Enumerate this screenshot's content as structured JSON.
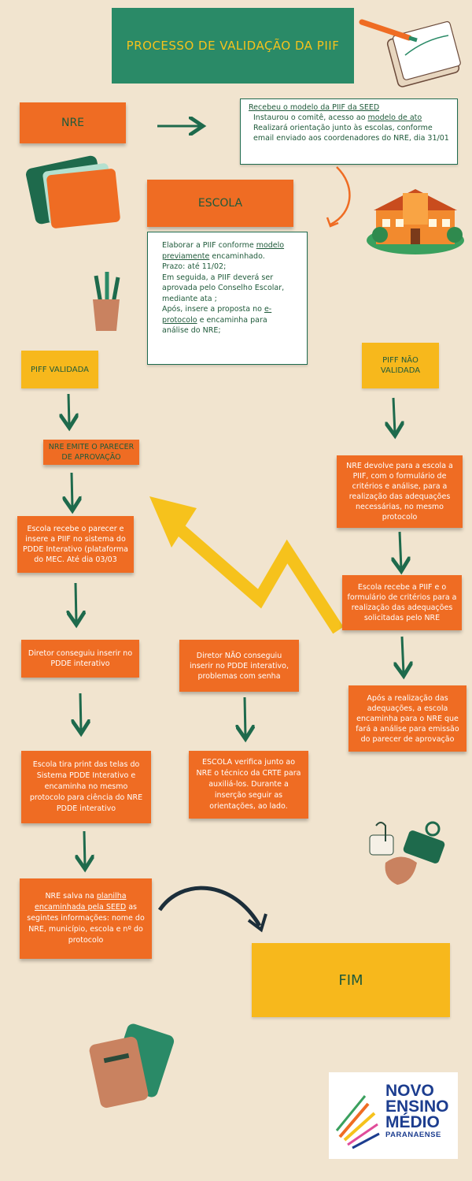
{
  "title": "PROCESSO DE VALIDAÇÃO DA PIIF",
  "nre": {
    "label": "NRE",
    "info_line1": "Recebeu o modelo da PIIF da SEED",
    "info_line2_pre": "Instaurou o comitê, acesso ao ",
    "info_line2_link": "modelo de ato",
    "info_line3": "Realizará orientação junto às escolas, conforme  email enviado aos coordenadores do NRE, dia 31/01"
  },
  "escola": {
    "label": "ESCOLA",
    "info_pre": "Elaborar a PIIF conforme ",
    "info_link": "modelo previamente",
    "info_mid": " encaminhado.",
    "prazo": "Prazo: até 11/02;",
    "info2": "Em seguida, a PIIF deverá ser aprovada pelo Conselho Escolar, mediante ata ;",
    "info3_pre": "Após, insere a proposta no ",
    "info3_link": "e-protocolo",
    "info3_post": " e encaminha para análise do NRE;"
  },
  "validada": {
    "label": "PIFF VALIDADA",
    "step1": "NRE  EMITE  O PARECER DE APROVAÇÃO",
    "step2": "Escola recebe o parecer e insere a PIIF no sistema do PDDE Interativo (plataforma do MEC. Até dia 03/03",
    "ok_branch": "Diretor conseguiu inserir no PDDE interativo",
    "ok_step": "Escola tira print das telas do Sistema PDDE Interativo e encaminha no mesmo protocolo para ciência do NRE PDDE interativo",
    "fail_branch": "Diretor NÃO conseguiu inserir no PDDE interativo, problemas com senha",
    "fail_step": "ESCOLA verifica junto ao NRE o técnico da CRTE para auxiliá-los. Durante a inserção seguir as orientações, ao lado.",
    "save_pre": "NRE salva na ",
    "save_link": "planilha encaminhada pela SEED",
    "save_post": " as segintes informações: nome do NRE, município, escola e nº do protocolo"
  },
  "nao_validada": {
    "label": "PIFF NÃO VALIDADA",
    "step1": "NRE devolve para a escola a PIIF, com o formulário de critérios e análise, para a realização das adequações necessárias, no mesmo protocolo",
    "step2": "Escola recebe a PIIF e o formulário de critérios para a realização das adequações solicitadas pelo NRE",
    "step3": "Após a realização das adequações, a escola encaminha para o NRE que fará a análise para emissão do parecer de aprovação"
  },
  "fim": "FIM",
  "logo": {
    "line1": "NOVO",
    "line2": "ENSINO",
    "line3": "MÉDIO",
    "line4": "PARANAENSE"
  },
  "colors": {
    "background": "#f1e4cf",
    "green": "#2a8a67",
    "orange": "#ef6c23",
    "yellow": "#f7b81c",
    "navy": "#1c3d8f"
  }
}
